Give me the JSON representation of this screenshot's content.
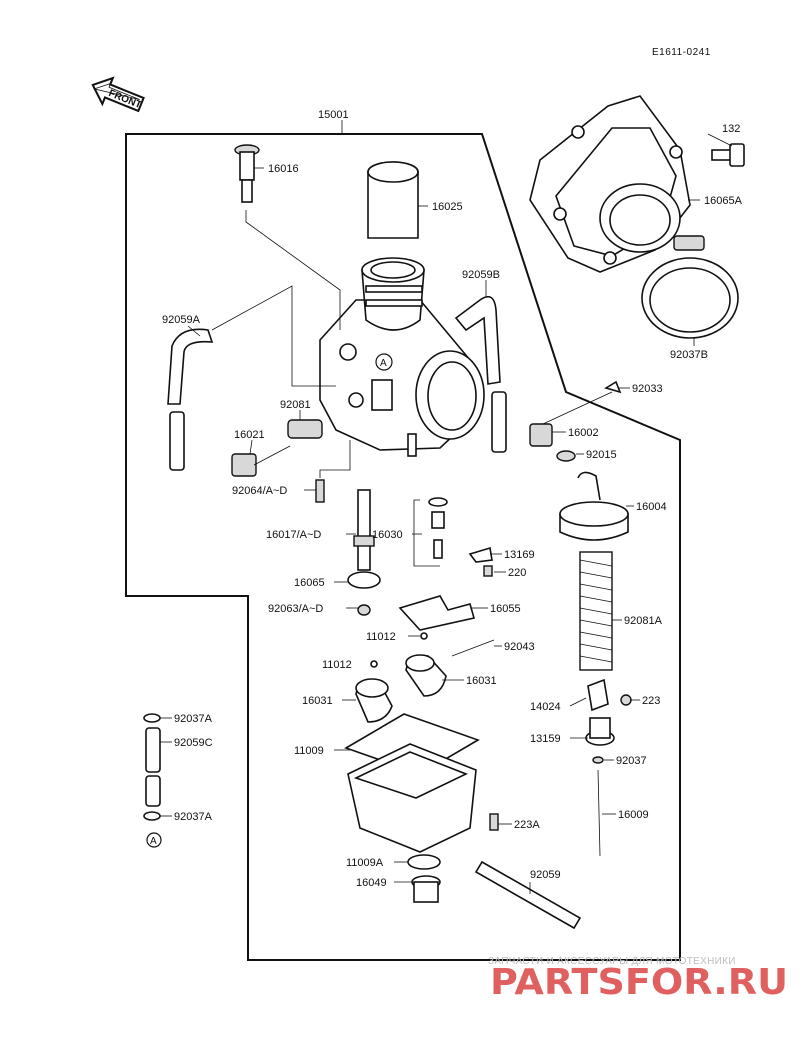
{
  "diagram": {
    "code": "E1611-0241",
    "front_label": "FRONT",
    "marker": "A",
    "labels": {
      "p15001": "15001",
      "p16016": "16016",
      "p16025": "16025",
      "p132": "132",
      "p16065A": "16065A",
      "p92059B": "92059B",
      "p92059A": "92059A",
      "p92037B": "92037B",
      "p92033": "92033",
      "p92081": "92081",
      "p16021": "16021",
      "p16002": "16002",
      "p92015": "92015",
      "p92064": "92064/A~D",
      "p16004": "16004",
      "p16017": "16017/A~D",
      "p16030": "16030",
      "p13169": "13169",
      "p220": "220",
      "p16065": "16065",
      "p92063": "92063/A~D",
      "p16055": "16055",
      "p92081A": "92081A",
      "p11012a": "11012",
      "p92043": "92043",
      "p11012b": "11012",
      "p16031a": "16031",
      "p16031b": "16031",
      "p14024": "14024",
      "p223": "223",
      "p92037A1": "92037A",
      "p92059C": "92059C",
      "p11009": "11009",
      "p13159": "13159",
      "p92037": "92037",
      "p16009": "16009",
      "p92037A2": "92037A",
      "p223A": "223A",
      "p11009A": "11009A",
      "p92059": "92059",
      "p16049": "16049"
    }
  },
  "watermark": {
    "tagline": "ЗАПЧАСТИ И АКСЕССУАРЫ ДЛЯ МОТОТЕХНИКИ",
    "brand": "PARTSFOR.RU"
  }
}
